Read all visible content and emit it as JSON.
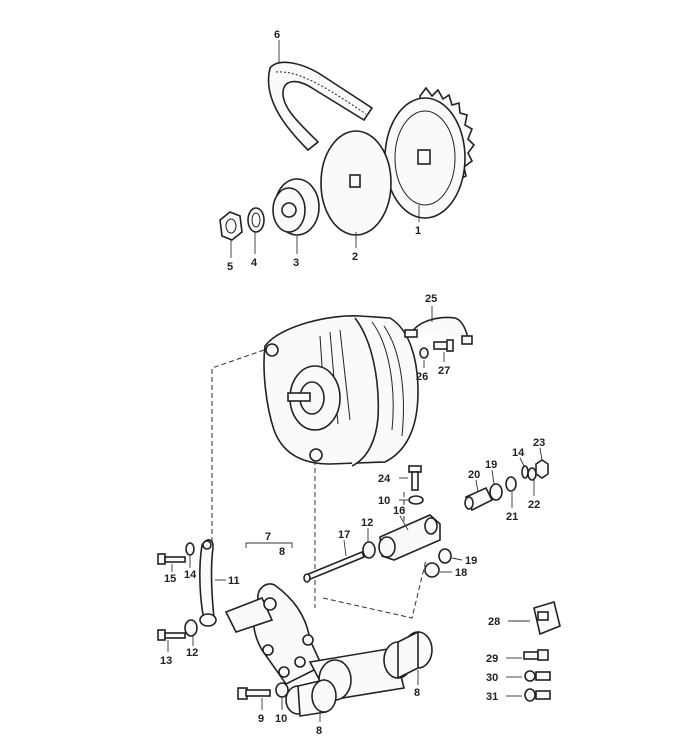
{
  "diagram": {
    "callouts": {
      "c1": "1",
      "c2": "2",
      "c3": "3",
      "c4": "4",
      "c5": "5",
      "c6": "6",
      "c7": "7",
      "c8_bracket": "8",
      "c8_left": "8",
      "c8_right": "8",
      "c9": "9",
      "c10_top": "10",
      "c10_bottom": "10",
      "c11": "11",
      "c12_top": "12",
      "c12_bottom": "12",
      "c13": "13",
      "c14_left": "14",
      "c14_right": "14",
      "c15": "15",
      "c16": "16",
      "c17": "17",
      "c18": "18",
      "c19_top": "19",
      "c19_bottom": "19",
      "c20": "20",
      "c21": "21",
      "c22": "22",
      "c23": "23",
      "c24": "24",
      "c25": "25",
      "c26": "26",
      "c27": "27",
      "c28": "28",
      "c29": "29",
      "c30": "30",
      "c31": "31"
    }
  }
}
